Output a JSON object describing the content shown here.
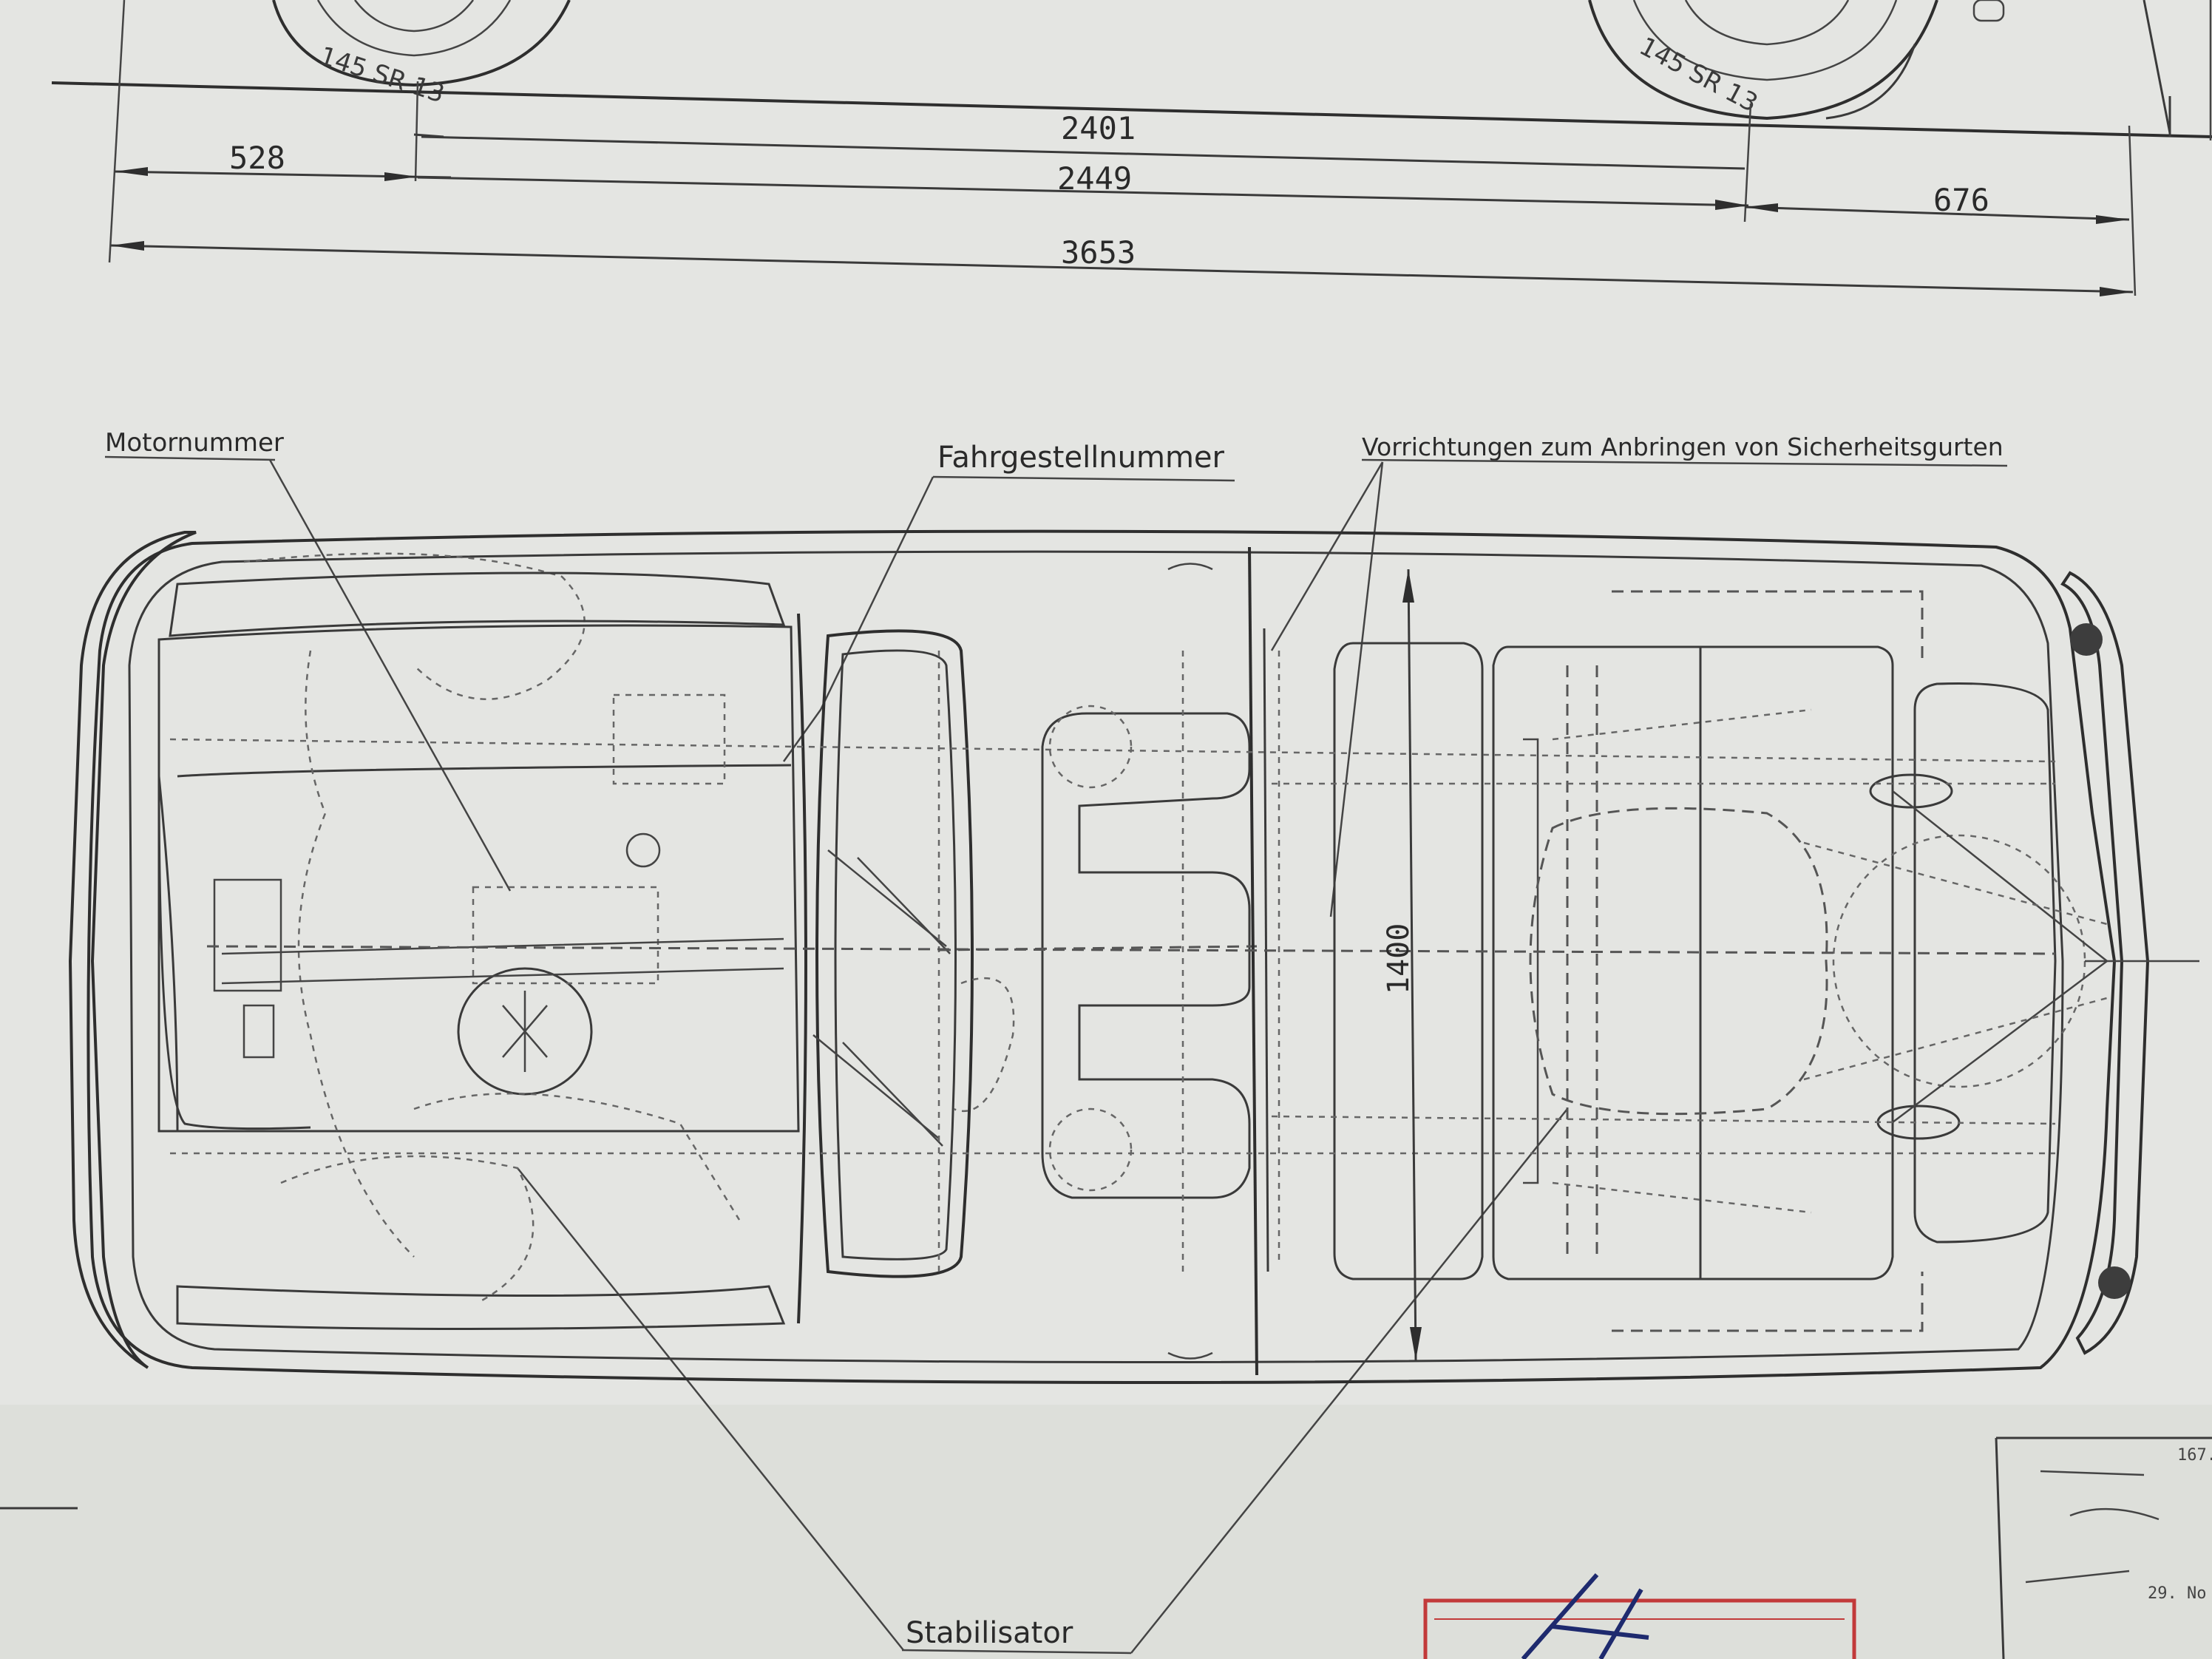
{
  "dimensions": {
    "wheelbase_a": "2401",
    "front_overhang": "528",
    "wheelbase_b": "2449",
    "rear_overhang": "676",
    "overall_length": "3653",
    "width": "1400"
  },
  "tires": {
    "front": "145 SR 13",
    "rear": "145 SR 13"
  },
  "labels": {
    "engine_number": "Motornummer",
    "chassis_number": "Fahrgestellnummer",
    "seatbelt_mounts": "Vorrichtungen zum Anbringen von Sicherheitsgurten",
    "stabilizer": "Stabilisator"
  },
  "title_block": {
    "sheet_no": "167.",
    "date": "29. No"
  },
  "colors": {
    "paper": "#e4e5e2",
    "ink": "#2e2e2e",
    "stamp": "#c23a3a"
  }
}
